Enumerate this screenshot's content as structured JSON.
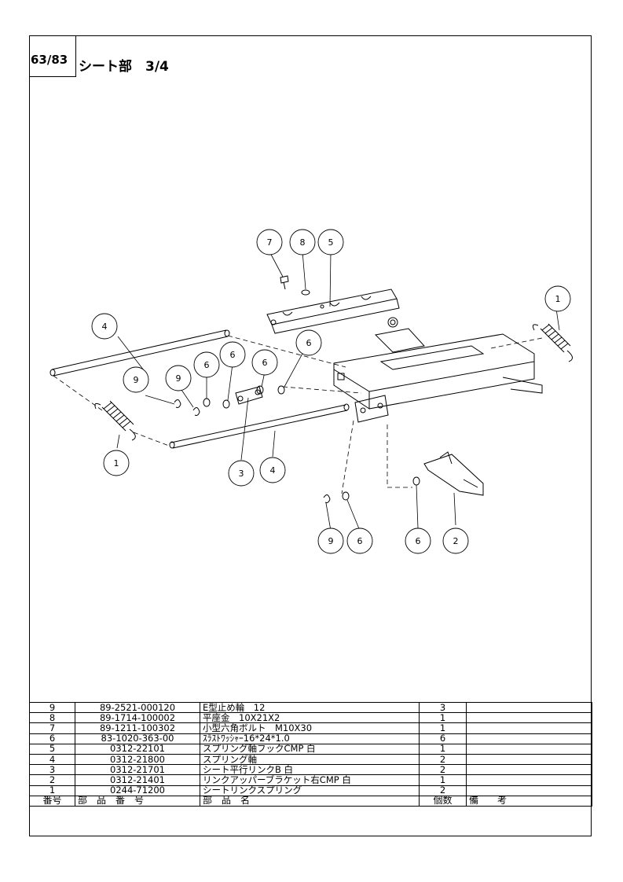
{
  "header": {
    "page_number": "63/83",
    "title": "シート部　3/4"
  },
  "drawing": {
    "callouts": [
      {
        "label": "7"
      },
      {
        "label": "8"
      },
      {
        "label": "5"
      },
      {
        "label": "1"
      },
      {
        "label": "4"
      },
      {
        "label": "6"
      },
      {
        "label": "6"
      },
      {
        "label": "6"
      },
      {
        "label": "6"
      },
      {
        "label": "9"
      },
      {
        "label": "9"
      },
      {
        "label": "1"
      },
      {
        "label": "3"
      },
      {
        "label": "4"
      },
      {
        "label": "9"
      },
      {
        "label": "6"
      },
      {
        "label": "6"
      },
      {
        "label": "2"
      }
    ]
  },
  "parts_table": {
    "rows": [
      {
        "no": "9",
        "part_number": "89-2521-000120",
        "name": "E型止め輪　12",
        "qty": "3",
        "remarks": ""
      },
      {
        "no": "8",
        "part_number": "89-1714-100002",
        "name": "平座金　10X21X2",
        "qty": "1",
        "remarks": ""
      },
      {
        "no": "7",
        "part_number": "89-1211-100302",
        "name": "小型六角ボルト　M10X30",
        "qty": "1",
        "remarks": ""
      },
      {
        "no": "6",
        "part_number": "83-1020-363-00",
        "name": "ｽﾗｽﾄﾜｯｼｬｰ16*24*1.0",
        "qty": "6",
        "remarks": ""
      },
      {
        "no": "5",
        "part_number": "0312-22101",
        "name": "スプリング軸フックCMP 白",
        "qty": "1",
        "remarks": ""
      },
      {
        "no": "4",
        "part_number": "0312-21800",
        "name": "スプリング軸",
        "qty": "2",
        "remarks": ""
      },
      {
        "no": "3",
        "part_number": "0312-21701",
        "name": "シート平行リンクB 白",
        "qty": "2",
        "remarks": ""
      },
      {
        "no": "2",
        "part_number": "0312-21401",
        "name": "リンクアッパーブラケット右CMP 白",
        "qty": "1",
        "remarks": ""
      },
      {
        "no": "1",
        "part_number": "0244-71200",
        "name": "シートリンクスプリング",
        "qty": "2",
        "remarks": ""
      }
    ],
    "header": {
      "no": "番号",
      "part_number": "部　品　番　号",
      "name": "部　品　名",
      "qty": "個数",
      "remarks": "備　　考"
    }
  }
}
